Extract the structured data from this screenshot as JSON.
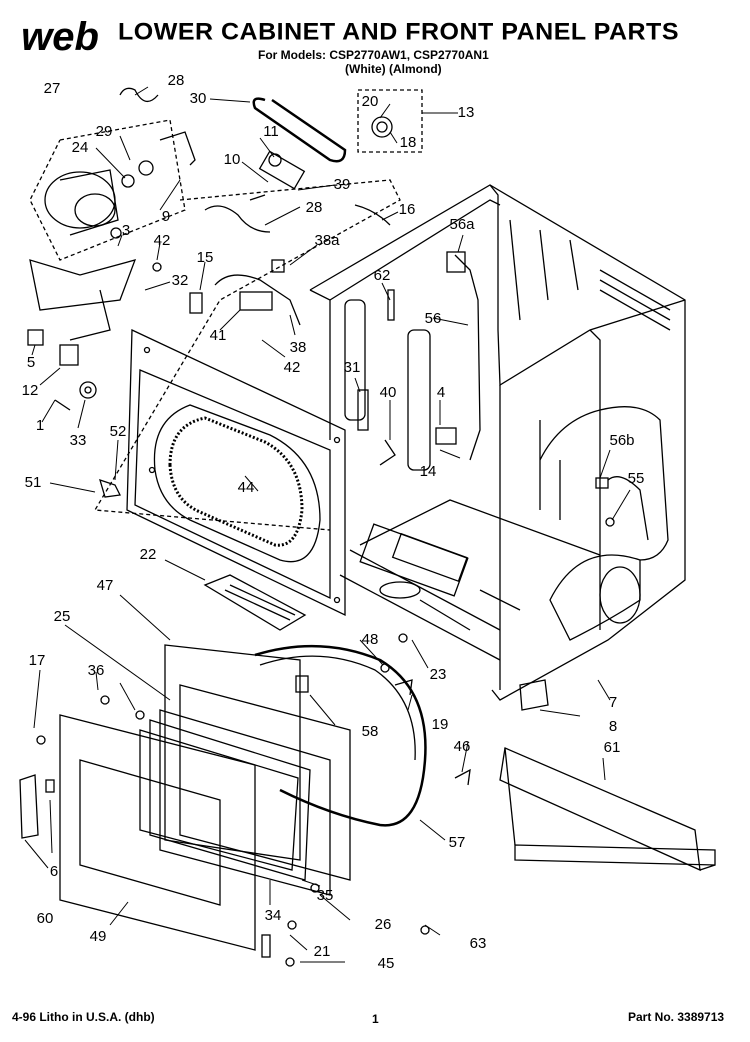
{
  "header": {
    "logo_text": "web",
    "title": "LOWER CABINET AND FRONT PANEL PARTS",
    "models_line": "For Models: CSP2770AW1, CSP2770AN1",
    "colors_line": "(White)    (Almond)"
  },
  "footer": {
    "print_info": "4-96 Litho in U.S.A. (dhb)",
    "page_number": "1",
    "part_number": "Part No. 3389713"
  },
  "colors": {
    "line": "#000000",
    "background": "#ffffff"
  },
  "callouts": [
    "27",
    "28",
    "30",
    "20",
    "13",
    "29",
    "11",
    "18",
    "24",
    "10",
    "39",
    "28",
    "16",
    "9",
    "3",
    "42",
    "56a",
    "15",
    "38a",
    "32",
    "62",
    "41",
    "56",
    "38",
    "42",
    "5",
    "31",
    "40",
    "12",
    "4",
    "33",
    "52",
    "56b",
    "1",
    "14",
    "55",
    "51",
    "44",
    "22",
    "47",
    "25",
    "17",
    "36",
    "48",
    "23",
    "58",
    "19",
    "46",
    "61",
    "7",
    "8",
    "60",
    "6",
    "57",
    "49",
    "35",
    "26",
    "34",
    "21",
    "45",
    "63"
  ]
}
